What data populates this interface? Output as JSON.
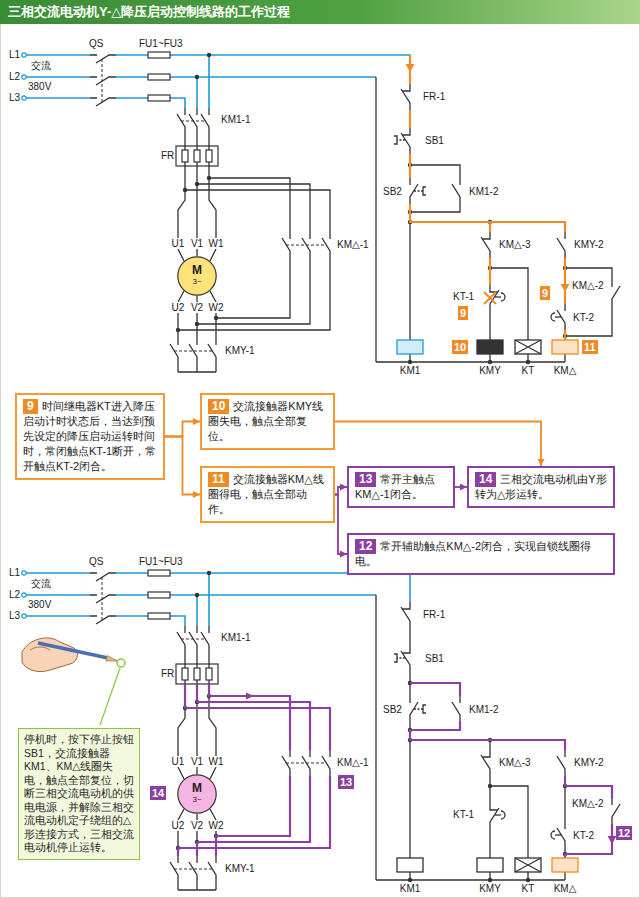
{
  "diagram": {
    "title": "三相交流电动机Y-△降压启动控制线路的工作过程",
    "nodes": [
      {
        "text": [
          "M",
          "3~"
        ]
      },
      {
        "text": [
          "9",
          "时间继电器KT进入降压启动计时状态后，当达到预先设定的降压启动运转时间时，常闭触点KT-1断开，常开触点KT-2闭合。"
        ]
      },
      {
        "text": [
          "10",
          "交流接触器KMY线圈失电，触点全部复位。"
        ]
      },
      {
        "text": [
          "11",
          "交流接触器KM△线圈得电，触点全部动作。"
        ]
      },
      {
        "text": [
          "13",
          "常开主触点KM△-1闭合。"
        ]
      },
      {
        "text": [
          "14",
          "三相交流电动机由Y形转为△形运转。"
        ]
      },
      {
        "text": [
          "12",
          "常开辅助触点KM△-2闭合，实现自锁线圈得电。"
        ]
      },
      {
        "text": [
          "停机时，按下停止按钮SB1，交流接触器KM1、KM△线圈失电，触点全部复位，切断三相交流电动机的供电电源，并解除三相交流电动机定子绕组的△形连接方式，三相交流电动机停止运转。"
        ]
      },
      {
        "text": [
          "M",
          "3~"
        ]
      }
    ],
    "edges": [
      {
        "from": 1,
        "to": 2,
        "arrow": "to"
      },
      {
        "from": 1,
        "to": 3,
        "arrow": "to"
      },
      {
        "from": 2,
        "to": 5,
        "arrow": "to"
      },
      {
        "from": 3,
        "to": 4,
        "arrow": "to"
      },
      {
        "from": 4,
        "to": 5,
        "arrow": "to"
      },
      {
        "from": 3,
        "to": 6,
        "arrow": "to"
      }
    ],
    "labels": [
      "L1",
      "L2",
      "L3",
      "交流",
      "380V",
      "QS",
      "FU1~FU3",
      "KM1-1",
      "FR",
      "U1",
      "V1",
      "W1",
      "U2",
      "V2",
      "W2",
      "KMY-1",
      "KM△-1",
      "FR-1",
      "SB1",
      "SB2",
      "KM1-2",
      "KM△-3",
      "KMY-2",
      "KM△-2",
      "KT-1",
      "KT-2",
      "KM1",
      "KMY",
      "KT",
      "KM△",
      "9",
      "9",
      "10",
      "11",
      "L1",
      "L2",
      "L3",
      "交流",
      "380V",
      "QS",
      "FU1~FU3",
      "KM1-1",
      "FR",
      "U1",
      "V1",
      "W1",
      "U2",
      "V2",
      "W2",
      "KMY-1",
      "KM△-1",
      "FR-1",
      "SB1",
      "SB2",
      "KM1-2",
      "KM△-3",
      "KMY-2",
      "KM△-2",
      "KT-1",
      "KT-2",
      "KM1",
      "KMY",
      "KT",
      "KM△",
      "14",
      "13",
      "12"
    ]
  }
}
